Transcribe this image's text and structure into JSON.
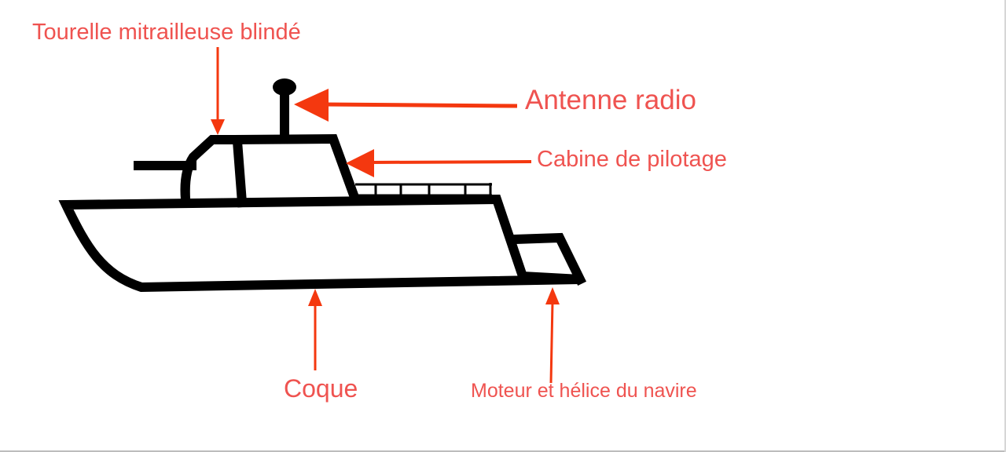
{
  "labels": {
    "turret": "Tourelle mitrailleuse blindé",
    "antenna": "Antenne radio",
    "cabin": "Cabine de pilotage",
    "hull": "Coque",
    "engine": "Moteur et hélice du navire"
  },
  "colors": {
    "label_text": "#ef5350",
    "arrow": "#f4380f",
    "ship_outline": "#000000",
    "background": "#ffffff"
  }
}
